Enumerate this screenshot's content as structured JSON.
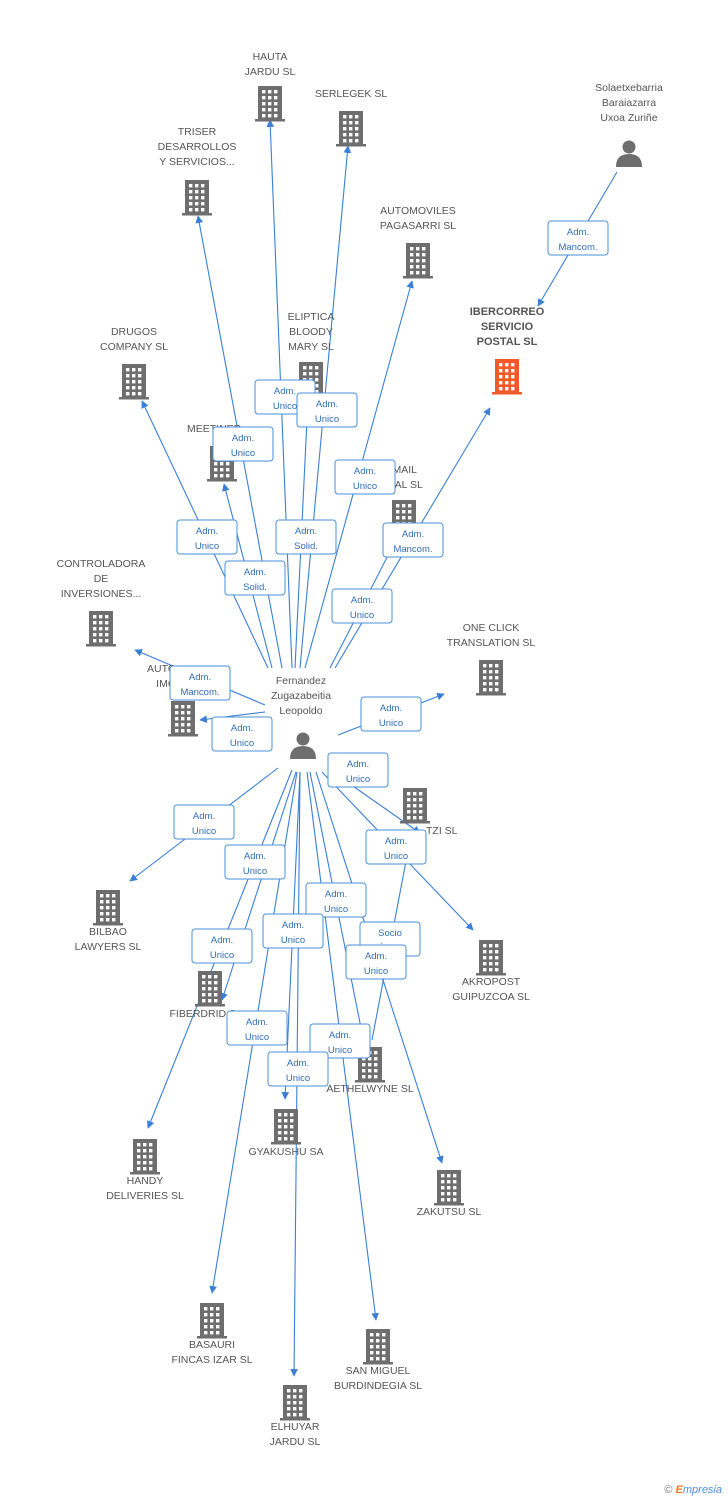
{
  "center": {
    "name": [
      "Fernandez",
      "Zugazabeitia",
      "Leopoldo"
    ]
  },
  "top_person": {
    "name": [
      "Solaetxebarria",
      "Baraiazarra",
      "Uxoa Zuriñe"
    ]
  },
  "companies": [
    {
      "id": "hauta",
      "label": [
        "HAUTA",
        "JARDU SL"
      ]
    },
    {
      "id": "serlegek",
      "label": [
        "SERLEGEK SL"
      ]
    },
    {
      "id": "triser",
      "label": [
        "TRISER",
        "DESARROLLOS",
        "Y SERVICIOS..."
      ]
    },
    {
      "id": "automoviles",
      "label": [
        "AUTOMOVILES",
        "PAGASARRI SL"
      ]
    },
    {
      "id": "ibercorreo",
      "label": [
        "IBERCORREO",
        "SERVICIO",
        "POSTAL SL"
      ],
      "highlight": true
    },
    {
      "id": "eliptica",
      "label": [
        "ELIPTICA",
        "BLOODY",
        "MARY SL"
      ]
    },
    {
      "id": "drugos",
      "label": [
        "DRUGOS",
        "COMPANY SL"
      ]
    },
    {
      "id": "meetiner",
      "label": [
        "MEETINER..."
      ]
    },
    {
      "id": "nimail",
      "label": [
        "NIMAIL",
        "STAL SL"
      ]
    },
    {
      "id": "controladora",
      "label": [
        "CONTROLADORA",
        "DE",
        "INVERSIONES..."
      ]
    },
    {
      "id": "oneclick",
      "label": [
        "ONE CLICK",
        "TRANSLATION SL"
      ]
    },
    {
      "id": "auto_imo",
      "label": [
        "AUTO",
        "IMO"
      ]
    },
    {
      "id": "tzi",
      "label": [
        "TZI SL"
      ]
    },
    {
      "id": "bilbao",
      "label": [
        "BILBAO",
        "LAWYERS SL"
      ]
    },
    {
      "id": "akropost",
      "label": [
        "AKROPOST",
        "GUIPUZCOA SL"
      ]
    },
    {
      "id": "fiberdrid",
      "label": [
        "FIBERDRID S"
      ]
    },
    {
      "id": "aethelwyne",
      "label": [
        "AETHELWYNE SL"
      ]
    },
    {
      "id": "gyakushu",
      "label": [
        "GYAKUSHU SA"
      ]
    },
    {
      "id": "handy",
      "label": [
        "HANDY",
        "DELIVERIES SL"
      ]
    },
    {
      "id": "zakutsu",
      "label": [
        "ZAKUTSU SL"
      ]
    },
    {
      "id": "basauri",
      "label": [
        "BASAURI",
        "FINCAS IZAR SL"
      ]
    },
    {
      "id": "sanmiguel",
      "label": [
        "SAN MIGUEL",
        "BURDINDEGIA SL"
      ]
    },
    {
      "id": "elhuyar",
      "label": [
        "ELHUYAR",
        "JARDU SL"
      ]
    }
  ],
  "badges": [
    {
      "id": "b_top",
      "text": [
        "Adm.",
        "Mancom."
      ]
    },
    {
      "id": "b_eliptica1",
      "text": [
        "Adm.",
        "Unico"
      ]
    },
    {
      "id": "b_eliptica2",
      "text": [
        "Adm.",
        "Unico"
      ]
    },
    {
      "id": "b_meetiner",
      "text": [
        "Adm.",
        "Unico"
      ]
    },
    {
      "id": "b_automoviles",
      "text": [
        "Adm.",
        "Unico"
      ]
    },
    {
      "id": "b_drugos",
      "text": [
        "Adm.",
        "Unico"
      ]
    },
    {
      "id": "b_solid1",
      "text": [
        "Adm.",
        "Solid."
      ]
    },
    {
      "id": "b_ibercorreo",
      "text": [
        "Adm.",
        "Mancom."
      ]
    },
    {
      "id": "b_solid2",
      "text": [
        "Adm.",
        "Solid."
      ]
    },
    {
      "id": "b_nimail",
      "text": [
        "Adm.",
        "Unico"
      ]
    },
    {
      "id": "b_controladora",
      "text": [
        "Adm.",
        "Mancom."
      ]
    },
    {
      "id": "b_auto",
      "text": [
        "Adm.",
        "Unico"
      ]
    },
    {
      "id": "b_oneclick",
      "text": [
        "Adm.",
        "Unico"
      ]
    },
    {
      "id": "b_tzi_a",
      "text": [
        "Adm.",
        "Unico"
      ]
    },
    {
      "id": "b_bilbao",
      "text": [
        "Adm.",
        "Unico"
      ]
    },
    {
      "id": "b_tzi_b",
      "text": [
        "Adm.",
        "Unico"
      ]
    },
    {
      "id": "b_fiber1",
      "text": [
        "Adm.",
        "Unico"
      ]
    },
    {
      "id": "b_aeth1",
      "text": [
        "Adm.",
        "Unico"
      ]
    },
    {
      "id": "b_gyak1",
      "text": [
        "Adm.",
        "Unico"
      ]
    },
    {
      "id": "b_socio",
      "text": [
        "Socio",
        "Único"
      ]
    },
    {
      "id": "b_aeth2",
      "text": [
        "Adm.",
        "Unico"
      ]
    },
    {
      "id": "b_handy",
      "text": [
        "Adm.",
        "Unico"
      ]
    },
    {
      "id": "b_basauri",
      "text": [
        "Adm.",
        "Unico"
      ]
    },
    {
      "id": "b_aeth3",
      "text": [
        "Adm.",
        "Unico"
      ]
    },
    {
      "id": "b_gyak2",
      "text": [
        "Adm.",
        "Unico"
      ]
    }
  ],
  "colors": {
    "edge": "#3a7fd5",
    "building": "#6e6e6e",
    "highlight": "#f05a28",
    "badge_border": "#4a90d9",
    "badge_text": "#2f6db5"
  },
  "credit": {
    "symbol": "©",
    "brand_first": "E",
    "brand_rest": "mpresia"
  }
}
